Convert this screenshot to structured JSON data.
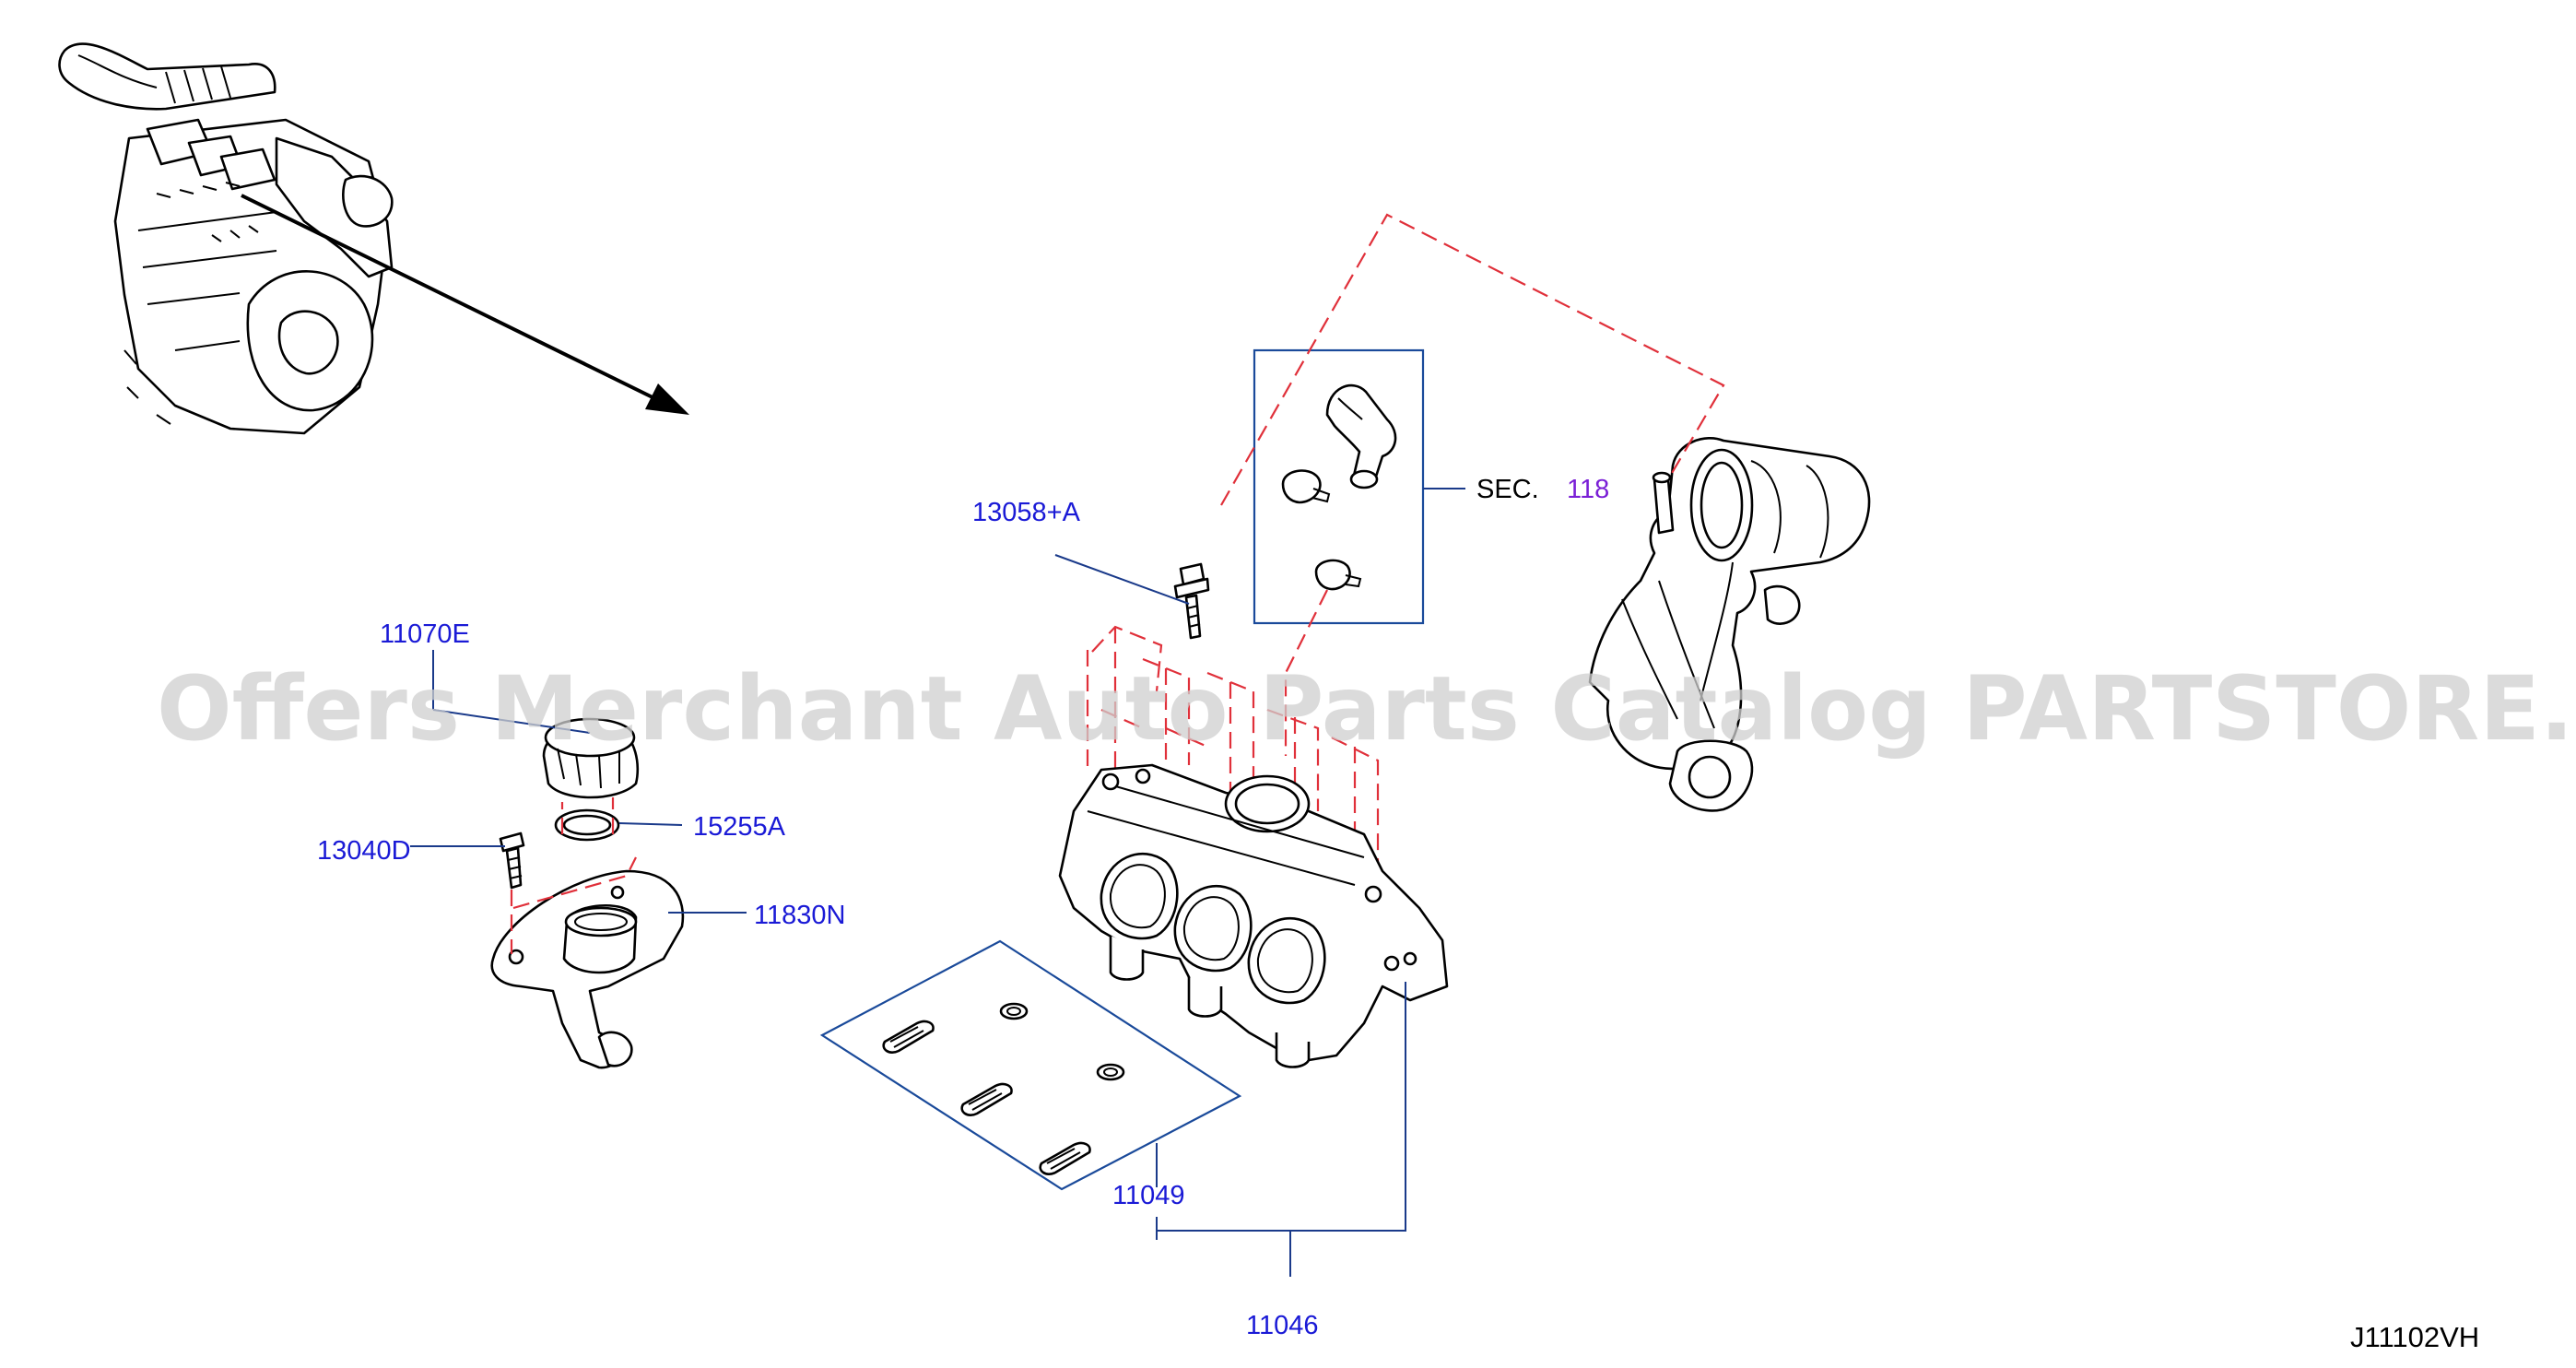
{
  "watermark": "Offers Merchant Auto Parts Catalog PARTSTORE.SA",
  "diagram_code": "J11102VH",
  "labels": {
    "p13058": "13058+A",
    "p11070": "11070E",
    "p13040": "13040D",
    "p15255": "15255A",
    "p11830": "11830N",
    "p11049": "11049",
    "p11046": "11046",
    "sec_prefix": "SEC.",
    "sec_number": "118"
  },
  "colors": {
    "label_blue": "#1a1ad6",
    "section_purple": "#7a1fd6",
    "dashed_guide_red": "#e0303a",
    "leader_blue": "#1a3a8a"
  }
}
